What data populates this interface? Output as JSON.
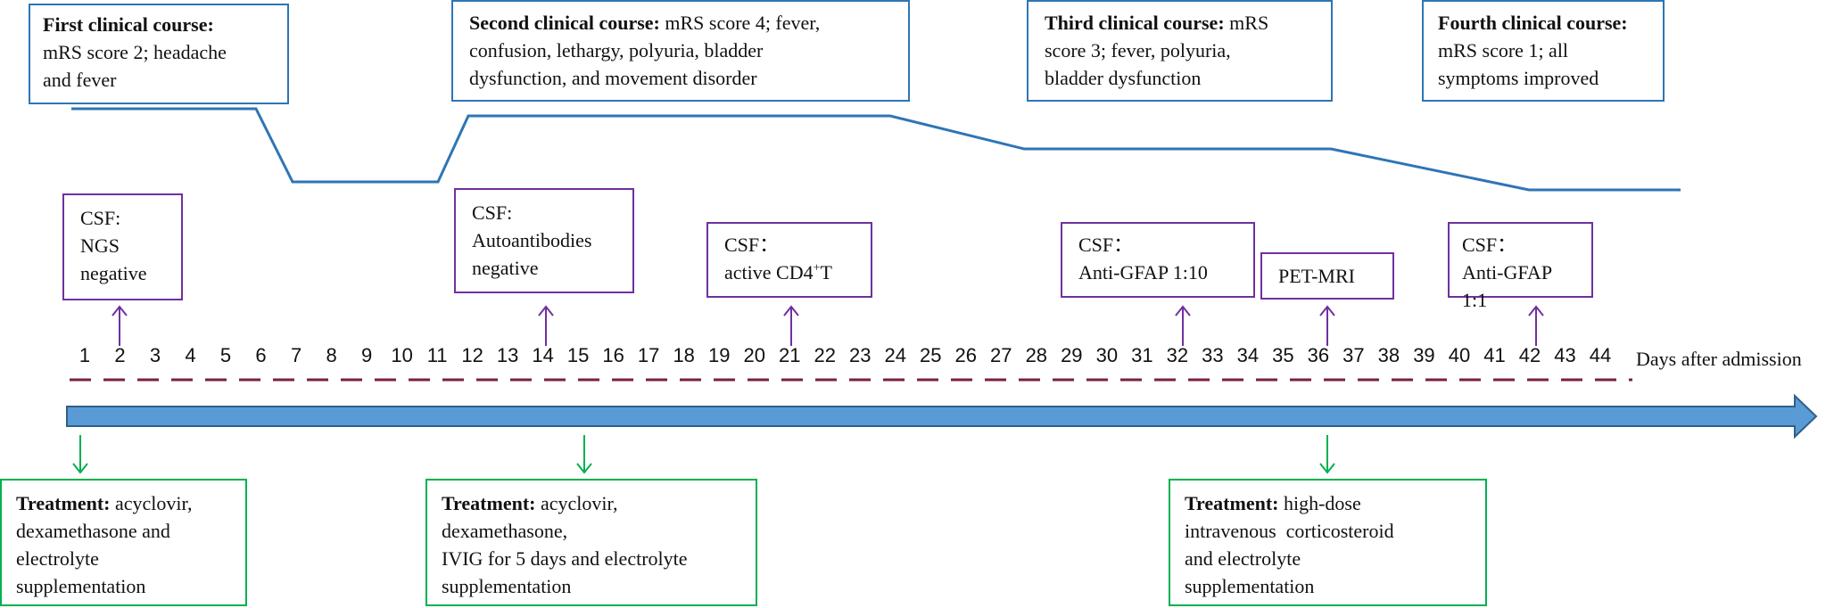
{
  "courses": [
    {
      "title": "First clinical course:",
      "line1": "mRS score 2; headache",
      "line2": "and fever",
      "line3": ""
    },
    {
      "title": "Second clinical course:",
      "title_rest": " mRS score 4; fever,",
      "line2": "confusion, lethargy, polyuria, bladder",
      "line3": "dysfunction, and movement disorder"
    },
    {
      "title": "Third clinical course:",
      "title_rest": " mRS",
      "line2": "score 3; fever, polyuria,",
      "line3": "bladder dysfunction"
    },
    {
      "title": "Fourth clinical course:",
      "line1": "mRS score 1; all",
      "line2": "symptoms improved",
      "line3": ""
    }
  ],
  "csf_boxes": [
    {
      "line1": "CSF:",
      "line2": "NGS",
      "line3": "negative",
      "day": "2"
    },
    {
      "line1": "CSF:",
      "line2": "Autoantibodies",
      "line3": "negative",
      "day": "14"
    },
    {
      "line1": "CSF：",
      "line2_pre": "active CD4",
      "line2_sup": "+",
      "line2_post": "T",
      "day": "21"
    },
    {
      "line1": "CSF：",
      "line2": "Anti-GFAP 1:10",
      "day": "32"
    },
    {
      "line1": "PET-MRI",
      "day": "36"
    },
    {
      "line1": "CSF：",
      "line2": "Anti-GFAP 1:1",
      "day": "42"
    }
  ],
  "days": [
    "1",
    "2",
    "3",
    "4",
    "5",
    "6",
    "7",
    "8",
    "9",
    "10",
    "11",
    "12",
    "13",
    "14",
    "15",
    "16",
    "17",
    "18",
    "19",
    "20",
    "21",
    "22",
    "23",
    "24",
    "25",
    "26",
    "27",
    "28",
    "29",
    "30",
    "31",
    "32",
    "33",
    "34",
    "35",
    "36",
    "37",
    "38",
    "39",
    "40",
    "41",
    "42",
    "43",
    "44"
  ],
  "days_label": "Days after admission",
  "treatments": [
    {
      "title": "Treatment:",
      "rest": " acyclovir,",
      "line2": "dexamethasone and",
      "line3": "electrolyte",
      "line4": "supplementation",
      "day": "1"
    },
    {
      "title": "Treatment:",
      "rest": " acyclovir,",
      "line2": "dexamethasone,",
      "line3": "IVIG for 5 days and electrolyte",
      "line4": "supplementation",
      "day": "15"
    },
    {
      "title": "Treatment:",
      "rest": " high-dose",
      "line2": "intravenous  corticosteroid",
      "line3": "and electrolyte",
      "line4": "supplementation",
      "day": "36"
    }
  ],
  "colors": {
    "course_line": "#2e75b6",
    "csf_border": "#7030a0",
    "treatment_border": "#00b050",
    "dash_line": "#7b1f3c",
    "arrow_fill": "#5b9bd5",
    "arrow_stroke": "#2e5f8a"
  }
}
